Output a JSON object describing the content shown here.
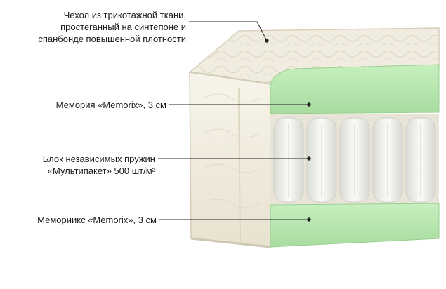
{
  "labels": {
    "cover": [
      "Чехол из трикотажной ткани,",
      "простеганный на синтепоне и",
      "спанбонде повышенной плотности"
    ],
    "memorix_top": "Мемория «Memorix», 3 см",
    "springs": [
      "Блок независимых пружин",
      "«Мультипакет» 500 шт/м²"
    ],
    "memorix_bottom": "Мемориикс «Memorix», 3 см"
  },
  "colors": {
    "memory_foam": "#b8e6b0",
    "cover": "#f1ede0",
    "springs": "#f3f3f0",
    "leader": "#222222"
  }
}
